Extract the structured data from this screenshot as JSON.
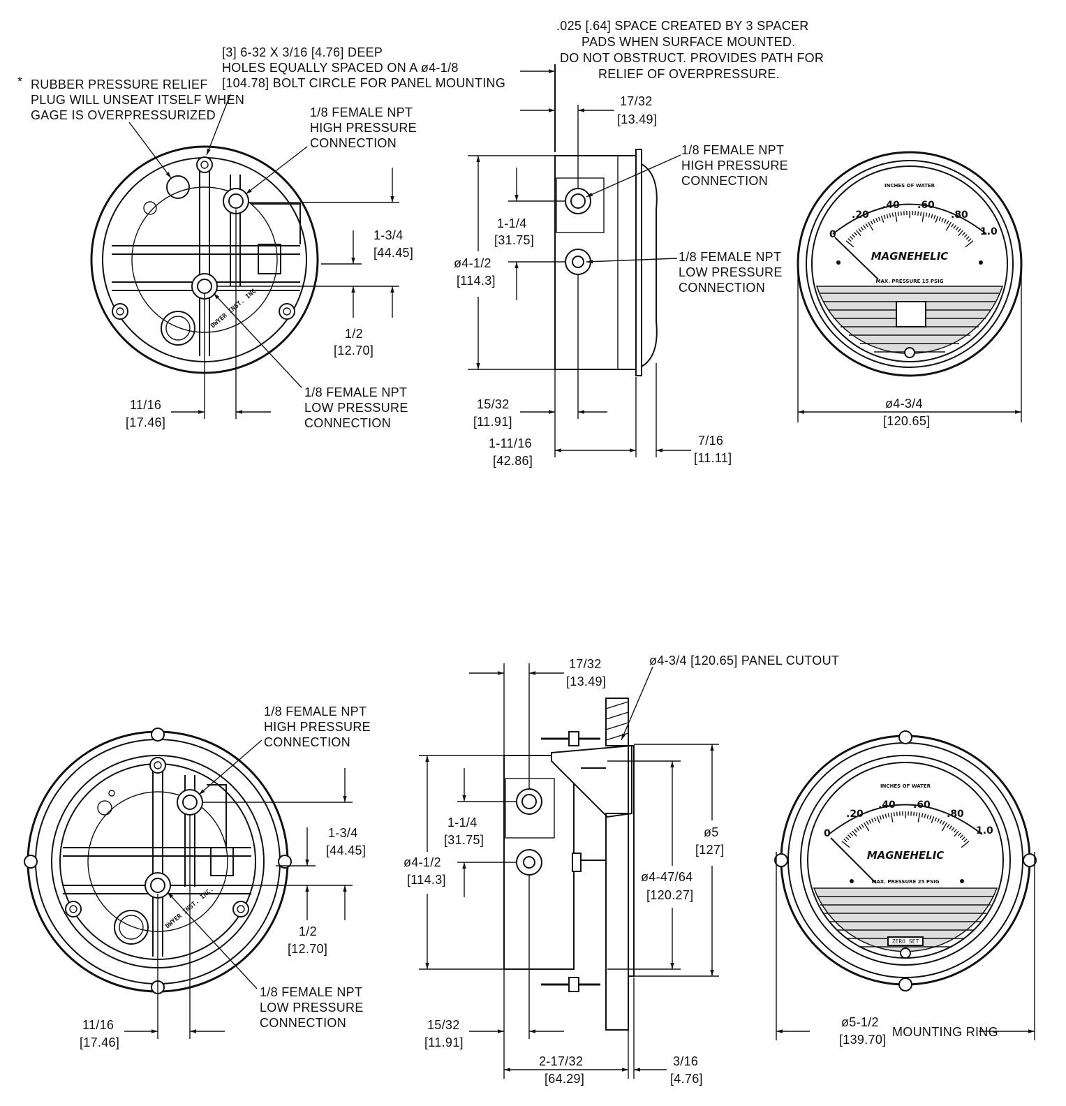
{
  "top": {
    "rear_view": {
      "relief_note_lines": [
        "RUBBER PRESSURE RELIEF",
        "PLUG WILL UNSEAT ITSELF WHEN",
        "GAGE IS OVERPRESSURIZED"
      ],
      "asterisk": "*",
      "holes_note_lines": [
        "[3] 6-32 X 3/16 [4.76] DEEP",
        "HOLES EQUALLY SPACED ON A ø4-1/8",
        "[104.78] BOLT CIRCLE FOR PANEL MOUNTING"
      ],
      "high_conn_lines": [
        "1/8 FEMALE NPT",
        "HIGH PRESSURE",
        "CONNECTION"
      ],
      "low_conn_lines": [
        "1/8 FEMALE NPT",
        "LOW PRESSURE",
        "CONNECTION"
      ],
      "dim_1_3_4": [
        "1-3/4",
        "[44.45]"
      ],
      "dim_1_2": [
        "1/2",
        "[12.70]"
      ],
      "dim_11_16": [
        "11/16",
        "[17.46]"
      ]
    },
    "side_view": {
      "spacer_note_lines": [
        ".025 [.64] SPACE CREATED BY 3 SPACER",
        "PADS WHEN SURFACE MOUNTED.",
        "DO NOT OBSTRUCT. PROVIDES PATH FOR",
        "RELIEF OF OVERPRESSURE."
      ],
      "high_conn_lines": [
        "1/8 FEMALE NPT",
        "HIGH PRESSURE",
        "CONNECTION"
      ],
      "low_conn_lines": [
        "1/8 FEMALE NPT",
        "LOW PRESSURE",
        "CONNECTION"
      ],
      "dim_17_32": [
        "17/32",
        "[13.49]"
      ],
      "dim_1_1_4": [
        "1-1/4",
        "[31.75]"
      ],
      "dim_dia_4_1_2": [
        "ø4-1/2",
        "[114.3]"
      ],
      "dim_15_32": [
        "15/32",
        "[11.91]"
      ],
      "dim_1_11_16": [
        "1-11/16",
        "[42.86]"
      ],
      "dim_7_16": [
        "7/16",
        "[11.11]"
      ]
    },
    "front_view": {
      "dial_header": "INCHES OF WATER",
      "scale_labels": [
        "0",
        ".20",
        ".40",
        ".60",
        ".80",
        "1.0"
      ],
      "brand": "MAGNEHELIC",
      "max_pressure": "MAX. PRESSURE 15 PSIG",
      "dim_dia_4_3_4": [
        "ø4-3/4",
        "[120.65]"
      ]
    }
  },
  "bottom": {
    "rear_view": {
      "high_conn_lines": [
        "1/8 FEMALE NPT",
        "HIGH PRESSURE",
        "CONNECTION"
      ],
      "low_conn_lines": [
        "1/8 FEMALE NPT",
        "LOW PRESSURE",
        "CONNECTION"
      ],
      "dim_1_3_4": [
        "1-3/4",
        "[44.45]"
      ],
      "dim_1_2": [
        "1/2",
        "[12.70]"
      ],
      "dim_11_16": [
        "11/16",
        "[17.46]"
      ]
    },
    "side_view": {
      "panel_cutout": "ø4-3/4 [120.65] PANEL CUTOUT",
      "dim_17_32": [
        "17/32",
        "[13.49]"
      ],
      "dim_1_1_4": [
        "1-1/4",
        "[31.75]"
      ],
      "dim_dia_4_1_2": [
        "ø4-1/2",
        "[114.3]"
      ],
      "dim_dia_5": [
        "ø5",
        "[127]"
      ],
      "dim_dia_4_47_64": [
        "ø4-47/64",
        "[120.27]"
      ],
      "dim_15_32": [
        "15/32",
        "[11.91]"
      ],
      "dim_2_17_32": [
        "2-17/32",
        "[64.29]"
      ],
      "dim_3_16": [
        "3/16",
        "[4.76]"
      ]
    },
    "front_view": {
      "dial_header": "INCHES OF WATER",
      "scale_labels": [
        "0",
        ".20",
        ".40",
        ".60",
        ".80",
        "1.0"
      ],
      "brand": "MAGNEHELIC",
      "max_pressure": "MAX. PRESSURE 25 PSIG",
      "zero_set": "ZERO SET",
      "dim_dia_5_1_2": [
        "ø5-1/2",
        "[139.70]"
      ],
      "mounting_ring": "MOUNTING RING"
    }
  }
}
